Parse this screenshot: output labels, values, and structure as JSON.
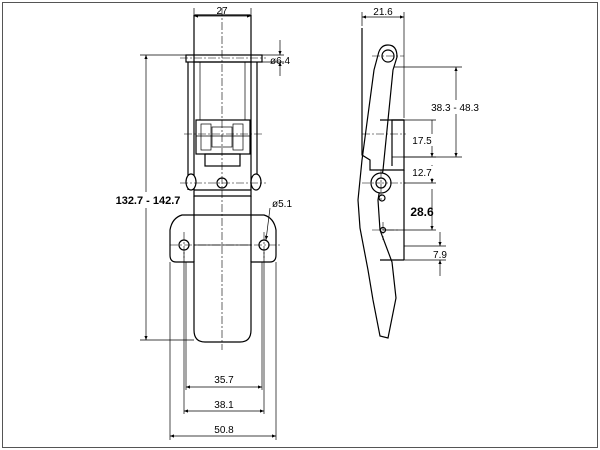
{
  "drawing": {
    "front_view": {
      "width_top": "27",
      "hole_top": "ø6.4",
      "overall_length": "132.7 - 142.7",
      "hole_mount": "ø5.1",
      "hole_spacing_inner": "35.7",
      "hole_spacing": "38.1",
      "base_width": "50.8"
    },
    "side_view": {
      "depth": "21.6",
      "adjust_range": "38.3 - 48.3",
      "dim_a": "17.5",
      "dim_b": "12.7",
      "dim_c": "28.6",
      "dim_d": "7.9"
    }
  }
}
